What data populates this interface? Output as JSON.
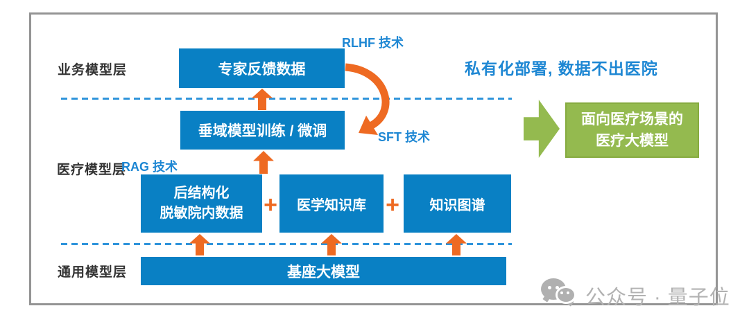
{
  "colors": {
    "box_blue": "#0980C4",
    "arrow_orange": "#EE6A22",
    "label_blue": "#1E87D3",
    "dashed_line_blue": "#2F94DB",
    "output_green": "#94BA4F",
    "layer_label_text": "#333333",
    "frame_gray": "#949494",
    "watermark_gray": "#B2B2B2"
  },
  "layers": {
    "business": "业务模型层",
    "medical": "医疗模型层",
    "general": "通用模型层"
  },
  "boxes": {
    "expert_feedback": "专家反馈数据",
    "vertical_training": "垂域模型训练 / 微调",
    "structured_line1": "后结构化",
    "structured_line2": "脱敏院内数据",
    "knowledge_base": "医学知识库",
    "knowledge_graph": "知识图谱",
    "base_model": "基座大模型"
  },
  "tech_labels": {
    "rlhf": "RLHF 技术",
    "sft": "SFT 技术",
    "rag": "RAG 技术"
  },
  "annotations": {
    "privacy": "私有化部署, 数据不出医院",
    "plus": "+"
  },
  "output": {
    "line1": "面向医疗场景的",
    "line2": "医疗大模型"
  },
  "watermark": {
    "text": "公众号 · 量子位"
  }
}
